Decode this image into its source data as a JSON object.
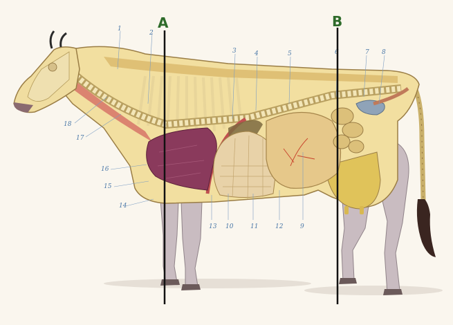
{
  "section_lines": [
    {
      "label": "A"
    },
    {
      "label": "B"
    }
  ],
  "callouts": [
    "1",
    "2",
    "3",
    "4",
    "5",
    "6",
    "7",
    "8",
    "9",
    "10",
    "11",
    "12",
    "13",
    "14",
    "15",
    "16",
    "17",
    "18"
  ],
  "colors": {
    "background": "#faf6ee",
    "label_green": "#2e6b2a",
    "line": "#111111",
    "callout_blue": "#4a78a8",
    "skin": "#f2dfa0",
    "bone": "#eedc8c",
    "lung": "#8a3a5c",
    "rumen": "#e6c88a",
    "flesh": "#d87a6a",
    "legs": "#c7b8bd"
  }
}
